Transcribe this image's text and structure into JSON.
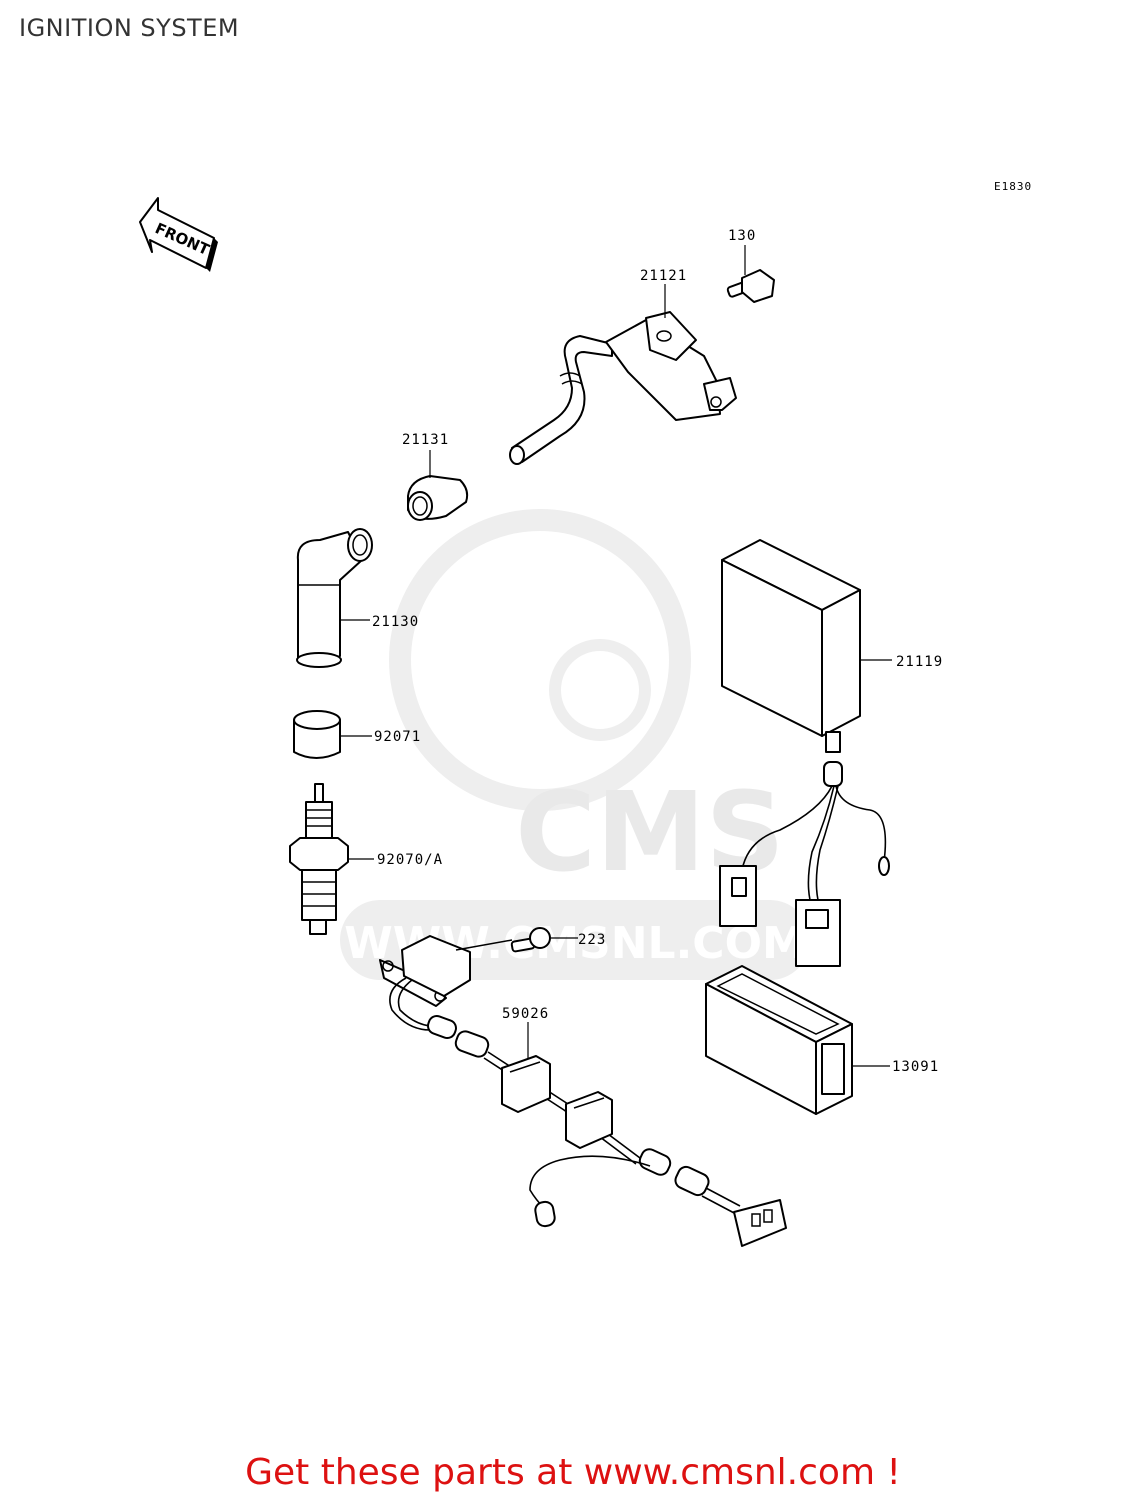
{
  "header": {
    "title": "IGNITION SYSTEM"
  },
  "diagram": {
    "code": "E1830",
    "front_marker": "FRONT",
    "watermark": {
      "brand": "CMS",
      "url": "WWW.CMSNL.COM"
    },
    "parts": [
      {
        "id": "130"
      },
      {
        "id": "21121"
      },
      {
        "id": "21131"
      },
      {
        "id": "21130"
      },
      {
        "id": "21119"
      },
      {
        "id": "92071"
      },
      {
        "id": "92070/A"
      },
      {
        "id": "223"
      },
      {
        "id": "59026"
      },
      {
        "id": "13091"
      }
    ]
  },
  "footer": {
    "cta": "Get these parts at www.cmsnl.com !"
  }
}
